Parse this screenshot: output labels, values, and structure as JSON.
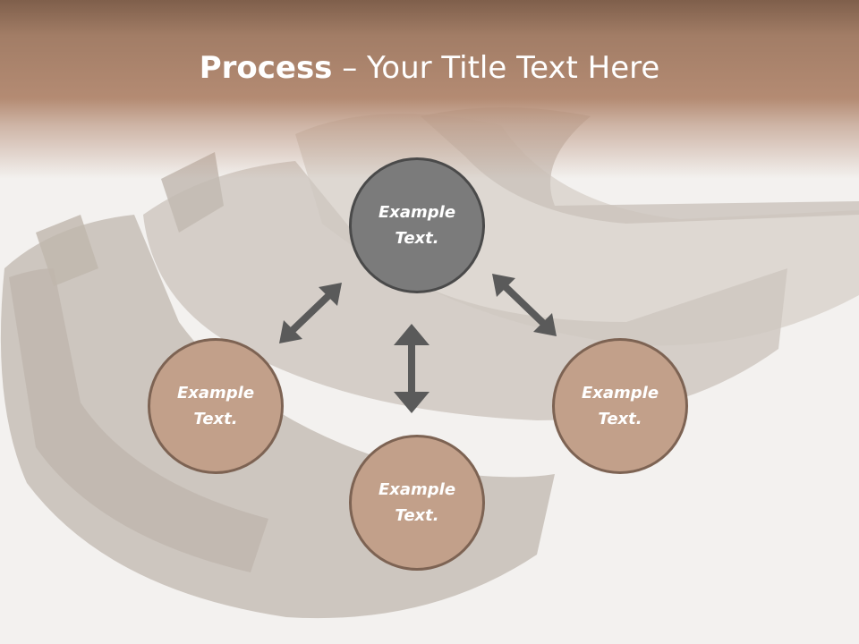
{
  "slide": {
    "title_bold": "Process",
    "title_rest": " – Your Title Text Here"
  },
  "nodes": {
    "top": {
      "line1": "Example",
      "line2": "Text."
    },
    "left": {
      "line1": "Example",
      "line2": "Text."
    },
    "right": {
      "line1": "Example",
      "line2": "Text."
    },
    "bottom": {
      "line1": "Example",
      "line2": "Text."
    }
  },
  "colors": {
    "banner": "#a27d66",
    "node_primary": "#7b7b7b",
    "node_secondary": "#c2a08a",
    "arrow": "#5a5a5a"
  }
}
